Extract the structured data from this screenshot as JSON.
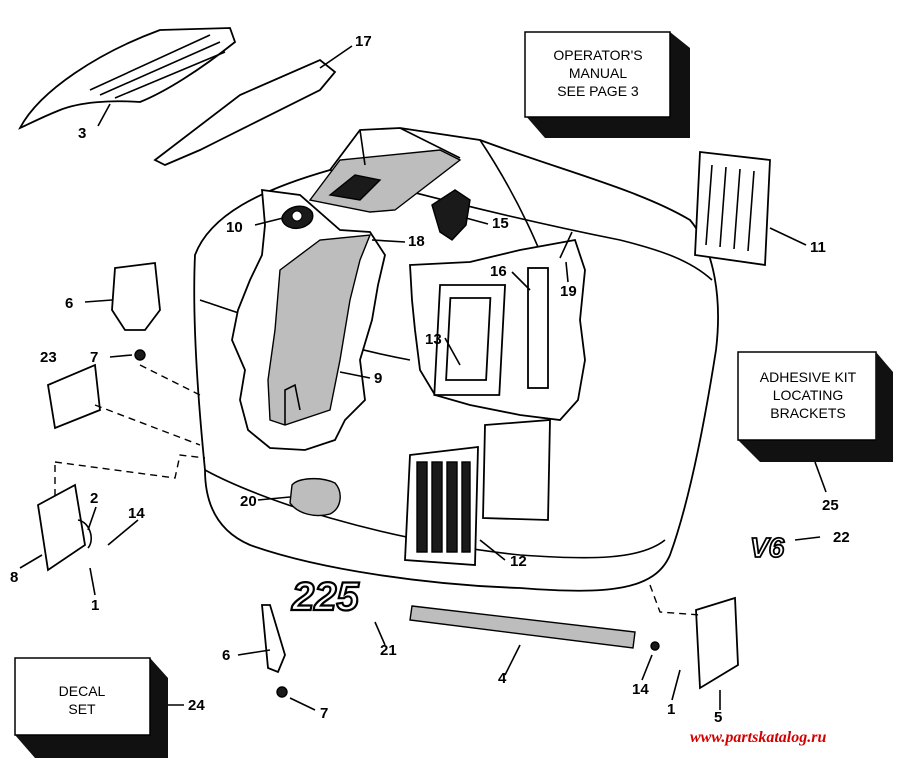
{
  "boxes": {
    "operators_manual": [
      "OPERATOR'S",
      "MANUAL",
      "SEE PAGE 3"
    ],
    "adhesive_kit": [
      "ADHESIVE KIT",
      "LOCATING",
      "BRACKETS"
    ],
    "decal_set": [
      "DECAL",
      "SET"
    ]
  },
  "logos": {
    "hp": "225",
    "engine": "V6"
  },
  "callouts": {
    "c3": "3",
    "c17": "17",
    "c10": "10",
    "c18": "18",
    "c15": "15",
    "c11": "11",
    "c16": "16",
    "c19": "19",
    "c6a": "6",
    "c23": "23",
    "c7a": "7",
    "c13": "13",
    "c9": "9",
    "c25": "25",
    "c2": "2",
    "c14a": "14",
    "c8": "8",
    "c1a": "1",
    "c20": "20",
    "c12": "12",
    "c22": "22",
    "c21": "21",
    "c6b": "6",
    "c4": "4",
    "c7b": "7",
    "c24": "24",
    "c14b": "14",
    "c1b": "1",
    "c5": "5"
  },
  "watermark": "www.partskatalog.ru"
}
